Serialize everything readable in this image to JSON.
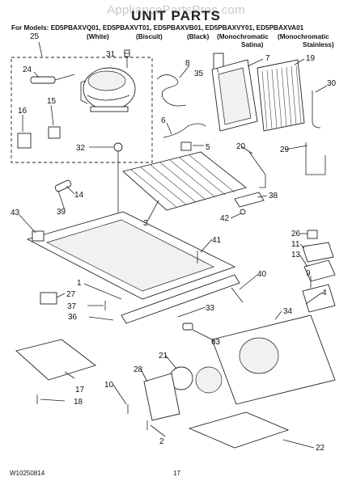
{
  "header": {
    "watermark": "AppliancePartsPros.com",
    "title": "UNIT PARTS",
    "models_prefix": "For Models:",
    "models": [
      "ED5PBAXVQ01,",
      "ED5PBAXVT01,",
      "ED5PBAXVB01,",
      "ED5PBAXVY01,",
      "ED5PBAXVA01"
    ],
    "variants": [
      "(White)",
      "(Biscuit)",
      "(Black)",
      "(Monochromatic",
      "(Monochromatic"
    ],
    "variants_sub": [
      "Satina)",
      "Stainless)"
    ]
  },
  "callouts": [
    "25",
    "31",
    "8",
    "35",
    "7",
    "19",
    "24",
    "30",
    "16",
    "15",
    "6",
    "5",
    "32",
    "20",
    "29",
    "14",
    "38",
    "39",
    "3",
    "42",
    "43",
    "26",
    "41",
    "11",
    "13",
    "40",
    "1",
    "9",
    "27",
    "4",
    "37",
    "33",
    "34",
    "36",
    "63",
    "21",
    "17",
    "28",
    "10",
    "18",
    "2",
    "22"
  ],
  "footer": {
    "doc_number": "W10250814",
    "page_number": "17"
  }
}
